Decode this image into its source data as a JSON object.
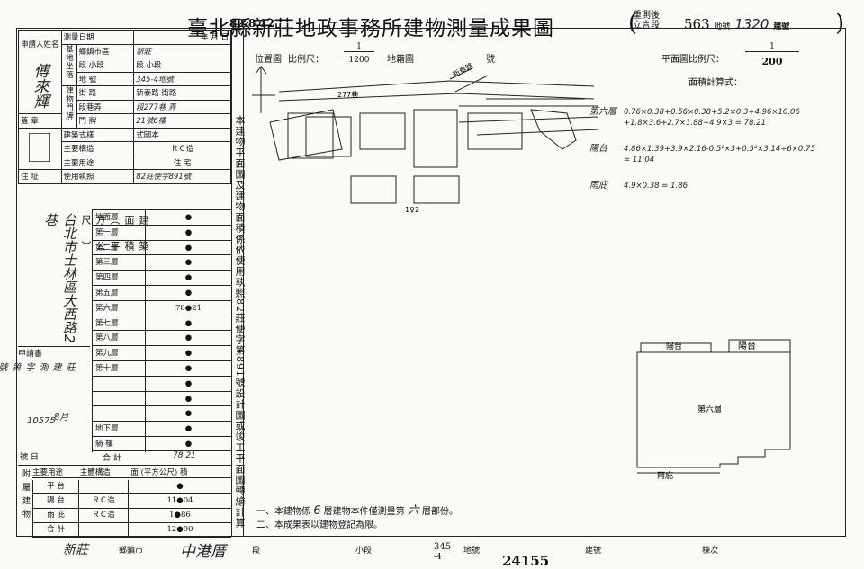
{
  "header": {
    "date_stamp": "82.8.12",
    "title": "臺北縣新莊地政事務所建物測量成果圖",
    "reissue_label_top": "重測後",
    "reissue_label_bottom": "立言段",
    "lot_no": "563",
    "lot_label": "地號",
    "bldg_no": "1320",
    "bldg_label": "建號"
  },
  "left_table": {
    "applicant_label": "申請人姓名",
    "applicant_name": "傅來輝",
    "survey_date_label": "測量日期",
    "date_cols": "年 月 日",
    "location_group": "基地坐落",
    "township_label": "鄉鎮市區",
    "township_value": "新莊",
    "section_label": "段 小段",
    "section_value": "段 小段",
    "lot_label": "地 號",
    "lot_value": "345-4地號",
    "building_group": "建物門牌",
    "street_label": "街 路",
    "street_value": "新泰路 街路",
    "lane_label": "段巷弄",
    "lane_value": "段277巷 弄",
    "door_label": "門 牌",
    "door_value": "21號6樓",
    "seal_label": "蓋 章",
    "style_label": "建築式樣",
    "style_value": "式國本",
    "structure_label": "主要構造",
    "structure_value": "ＲＣ造",
    "use_label": "主要用途",
    "use_value": "住 宅",
    "address_label": "住 址",
    "address_value": "台北市士林區大西路2巷",
    "permit_label": "使用執照",
    "permit_value": "82莊使字891號",
    "floors_group": "建築面積（平方公尺）",
    "floors": [
      {
        "label": "地面層",
        "value": "●"
      },
      {
        "label": "第一層",
        "value": "●"
      },
      {
        "label": "第二層",
        "value": "●"
      },
      {
        "label": "第三層",
        "value": "●"
      },
      {
        "label": "第四層",
        "value": "●"
      },
      {
        "label": "第五層",
        "value": "●"
      },
      {
        "label": "第六層",
        "value": "78●21"
      },
      {
        "label": "第七層",
        "value": "●"
      },
      {
        "label": "第八層",
        "value": "●"
      },
      {
        "label": "第九層",
        "value": "●"
      },
      {
        "label": "第十層",
        "value": "●"
      },
      {
        "label": "",
        "value": "●"
      },
      {
        "label": "",
        "value": "●"
      },
      {
        "label": "",
        "value": "●"
      },
      {
        "label": "地下層",
        "value": "●"
      },
      {
        "label": "騎 樓",
        "value": "●"
      }
    ],
    "total_label": "合 計",
    "total_value": "78.21",
    "request_label": "申請書",
    "request_no": "莊建測字第 號",
    "request_date": "8月",
    "request_handwritten": "10575",
    "number_label": "號 日",
    "annex": {
      "group_label": "附屬建物",
      "col_use": "主要用途",
      "col_struct": "主體構造",
      "col_area": "面 (平方公尺) 積",
      "rows": [
        {
          "use": "平 台",
          "struct": "",
          "area": "●"
        },
        {
          "use": "陽 台",
          "struct": "ＲＣ造",
          "area": "11●04"
        },
        {
          "use": "雨 庇",
          "struct": "ＲＣ造",
          "area": "1●86"
        },
        {
          "use": "合 計",
          "struct": "",
          "area": "12●90"
        }
      ]
    }
  },
  "vertical_note": "本建物平面圖及建物面積係依使用執照82莊使字第891號設計圖或竣工平面圖轉繪計算",
  "location_map": {
    "label": "位置圖",
    "scale_label": "比例尺：",
    "scale_num": "1",
    "scale_den": "1200",
    "cadastral_label": "地籍圖",
    "no_label": "號",
    "road_label": "277巷",
    "road_label2": "新泰路",
    "lot_mark": "1♀2"
  },
  "plan": {
    "scale_label": "平面圖比例尺：",
    "scale_num": "1",
    "scale_den": "200",
    "calc_title": "面積計算式：",
    "calc_lines": [
      {
        "label": "第六層",
        "expr": "0.76×0.38+0.56×0.38+5.2×0.3+4.96×10.06"
      },
      {
        "label": "",
        "expr": "+1.8×3.6+2.7×1.88+4.9×3 = 78.21"
      },
      {
        "label": "陽台",
        "expr": "4.86×1.39+3.9×2.16-0.5²×3+0.5²×3.14÷6×0.75"
      },
      {
        "label": "",
        "expr": "= 11.04"
      },
      {
        "label": "雨庇",
        "expr": "4.9×0.38 = 1.86"
      }
    ],
    "floor_label": "第六層",
    "balcony_label": "陽台",
    "balcony_label2": "陽台",
    "canopy_label": "雨庇"
  },
  "notes": {
    "line1_a": "一、本建物係",
    "line1_floor": "6",
    "line1_b": "層建物本件僅測量第",
    "line1_c": "六",
    "line1_d": "層部份。",
    "line2": "二、本成果表以建物登記為限。"
  },
  "footer": {
    "township": "新莊",
    "township_label": "鄉鎮市",
    "section": "中港厝",
    "section_label": "段",
    "subsection_label": "小段",
    "lot": "345",
    "lot_sub": "-4",
    "lot_label": "地號",
    "bldg_label": "建號",
    "door_label": "棟次",
    "stamp_no": "24155"
  }
}
